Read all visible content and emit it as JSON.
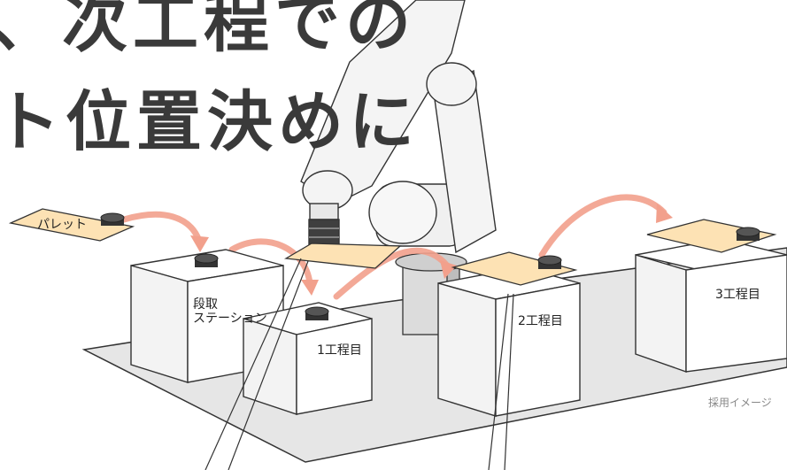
{
  "headline": {
    "line1": "、次工程での",
    "line2": "ト位置決めに"
  },
  "labels": {
    "pallet": "パレット",
    "setup_station_line1": "段取",
    "setup_station_line2": "ステーション",
    "process1": "1工程目",
    "process2": "2工程目",
    "process3": "3工程目"
  },
  "note": "採用イメージ",
  "colors": {
    "headline": "#3a3a3a",
    "pallet": "#fde2b4",
    "arrow": "#f2a08c",
    "box": "#ffffff",
    "box_side": "#f1f1f1",
    "floor": "#e4e4e4",
    "robot": "#f4f4f4"
  }
}
